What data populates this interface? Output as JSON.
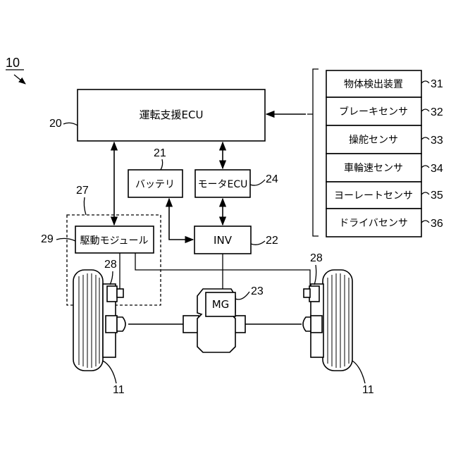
{
  "figure_ref": "10",
  "ecu": {
    "label": "運転支援ECU",
    "ref": "20"
  },
  "battery": {
    "label": "バッテリ",
    "ref": "21"
  },
  "motor_ecu": {
    "label": "モータECU",
    "ref": "24"
  },
  "inverter": {
    "label": "INV",
    "ref": "22"
  },
  "drive_module": {
    "label": "駆動モジュール",
    "ref": "29",
    "group_ref": "27"
  },
  "motor_generator": {
    "label": "MG",
    "ref": "23"
  },
  "brake_ref": "28",
  "wheel_ref": "11",
  "sensors": [
    {
      "label": "物体検出装置",
      "ref": "31"
    },
    {
      "label": "ブレーキセンサ",
      "ref": "32"
    },
    {
      "label": "操舵センサ",
      "ref": "33"
    },
    {
      "label": "車輪速センサ",
      "ref": "34"
    },
    {
      "label": "ヨーレートセンサ",
      "ref": "35"
    },
    {
      "label": "ドライバセンサ",
      "ref": "36"
    }
  ]
}
